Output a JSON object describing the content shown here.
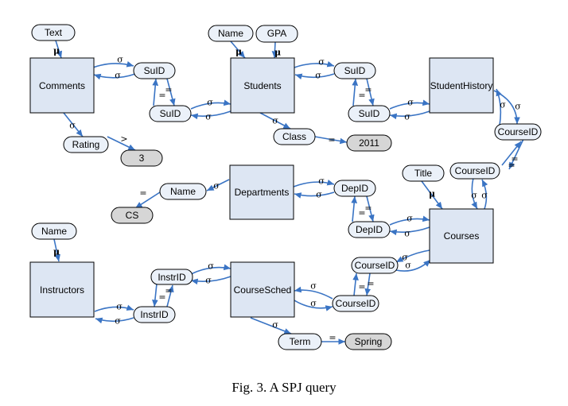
{
  "figure": {
    "caption": "Fig. 3.   A SPJ query"
  },
  "tables": [
    "Comments",
    "Students",
    "StudentHistory",
    "Departments",
    "Courses",
    "Instructors",
    "CourseSched"
  ],
  "attributes": {
    "comments_text": "Text",
    "comments_rating": "Rating",
    "comments_suid": "SuID",
    "students_name": "Name",
    "students_gpa": "GPA",
    "students_suid_left": "SuID",
    "students_suid_right": "SuID",
    "students_class": "Class",
    "history_suid": "SuID",
    "history_courseid": "CourseID",
    "courses_courseid_top": "CourseID",
    "courses_title": "Title",
    "departments_name": "Name",
    "departments_depid": "DepID",
    "courses_depid": "DepID",
    "courses_courseid_left": "CourseID",
    "sched_courseid": "CourseID",
    "instructors_name": "Name",
    "sched_instrid": "InstrID",
    "instructors_instrid": "InstrID",
    "sched_term": "Term"
  },
  "constants": {
    "rating_value": "3",
    "class_value": "2011",
    "dept_name_value": "CS",
    "term_value": "Spring"
  },
  "edge_labels": {
    "projection": "μ",
    "selection": "σ",
    "equals": "=",
    "greater": ">"
  },
  "colors": {
    "edge": "#3a74c4",
    "table_fill": "#dde6f3",
    "attribute_fill": "#ebf1f9",
    "constant_fill": "#d6d6d6"
  }
}
